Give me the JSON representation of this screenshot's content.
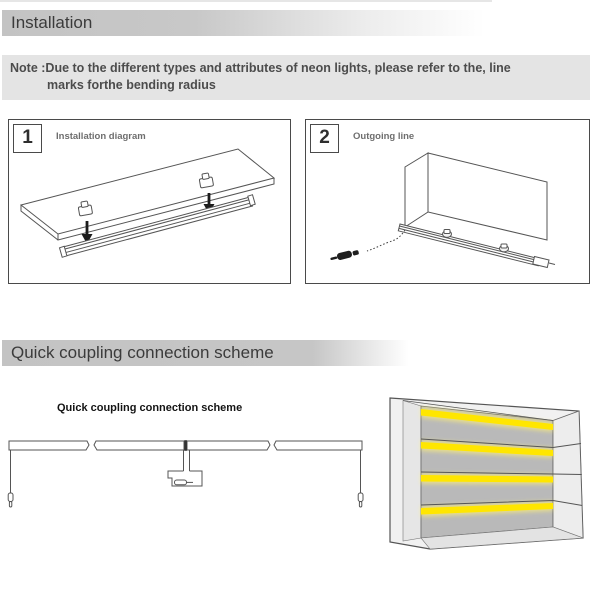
{
  "document": {
    "section1_title": "Installation",
    "note": {
      "line1": "Note :Due to the different types and attributes of neon lights, please refer to the, line",
      "line2": "marks forthe bending radius"
    },
    "steps": [
      {
        "number": "1",
        "label": "Installation diagram"
      },
      {
        "number": "2",
        "label": "Outgoing line"
      }
    ],
    "section2_title": "Quick coupling connection scheme",
    "diagram_caption": "Quick coupling connection scheme"
  },
  "colors": {
    "section_bar_gray": "#c5c5c5",
    "note_background": "#e4e4e4",
    "led_strip_yellow": "#ffe600",
    "led_glow_yellow": "#fff176",
    "cabinet_back_gray": "#b9b9b9",
    "outline_gray": "#555555"
  }
}
